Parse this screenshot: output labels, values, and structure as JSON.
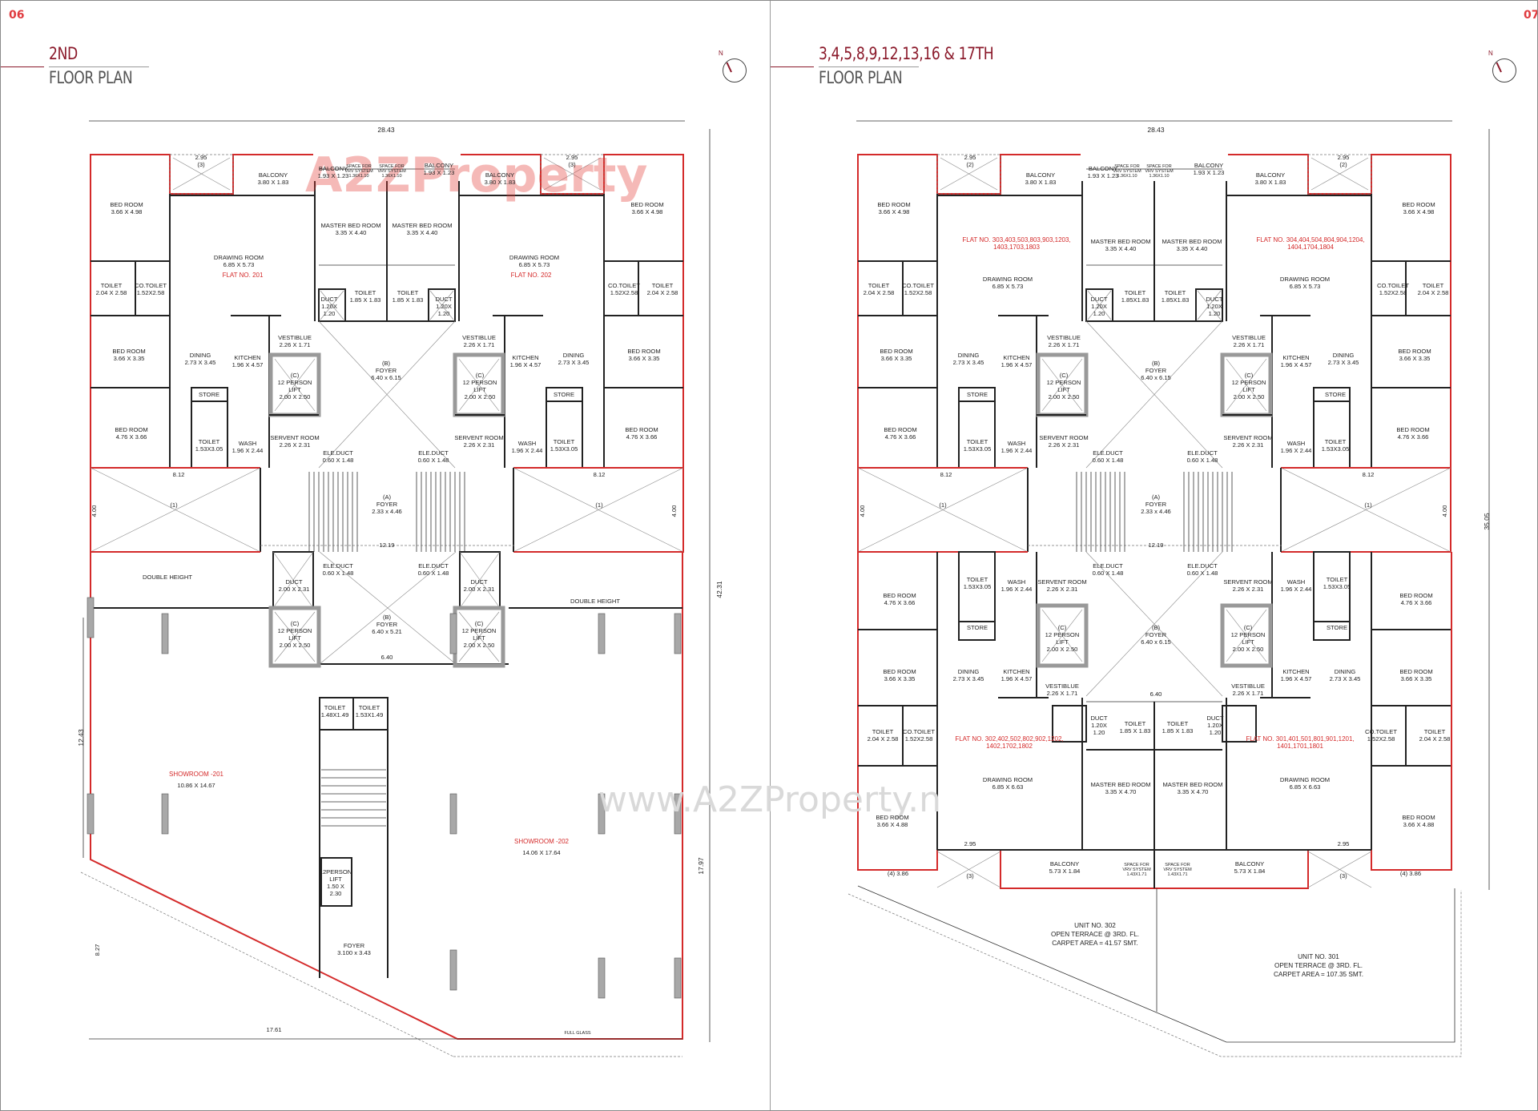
{
  "left_page": {
    "page_number": "06",
    "title_line1": "2ND",
    "title_line2": "FLOOR PLAN",
    "compass_label": "N"
  },
  "right_page": {
    "page_number": "07",
    "title_line1": "3,4,5,8,9,12,13,16 & 17TH",
    "title_line2": "FLOOR PLAN",
    "compass_label": "N"
  },
  "watermark": {
    "logo": "A2ZProperty",
    "url": "www.A2ZProperty.n"
  },
  "colors": {
    "accent_red": "#d42a2a",
    "title_maroon": "#8b1a2b",
    "page_number_red": "#e03a3e"
  },
  "left_plan": {
    "labels": [
      {
        "lines": [
          "BED ROOM",
          "3.66 X 4.98"
        ]
      },
      {
        "lines": [
          "BALCONY",
          "3.80 X 1.83"
        ]
      },
      {
        "lines": [
          "BALCONY",
          "1.93 X 1.23"
        ]
      },
      {
        "lines": [
          "SPACE FOR",
          "VRV SYSTEM",
          "1.36X1.10"
        ],
        "kind": "small"
      },
      {
        "lines": [
          "SPACE FOR",
          "VRV SYSTEM",
          "1.36X1.10"
        ],
        "kind": "small"
      },
      {
        "lines": [
          "BALCONY",
          "1.93 X 1.23"
        ]
      },
      {
        "lines": [
          "BALCONY",
          "3.80 X 1.83"
        ]
      },
      {
        "lines": [
          "BED ROOM",
          "3.66 X 4.98"
        ]
      },
      {
        "lines": [
          "DRAWING ROOM",
          "6.85 X 5.73"
        ]
      },
      {
        "lines": [
          "FLAT NO. 201"
        ],
        "kind": "flat"
      },
      {
        "lines": [
          "MASTER BED ROOM",
          "3.35 X 4.40"
        ]
      },
      {
        "lines": [
          "MASTER BED ROOM",
          "3.35 X 4.40"
        ]
      },
      {
        "lines": [
          "DRAWING ROOM",
          "6.85 X 5.73"
        ]
      },
      {
        "lines": [
          "FLAT NO. 202"
        ],
        "kind": "flat"
      },
      {
        "lines": [
          "TOILET",
          "2.04 X 2.58"
        ]
      },
      {
        "lines": [
          "CO.TOILET",
          "1.52X2.58"
        ]
      },
      {
        "lines": [
          "TOILET",
          "1.85 X 1.83"
        ]
      },
      {
        "lines": [
          "TOILET",
          "1.85 X 1.83"
        ]
      },
      {
        "lines": [
          "CO.TOILET",
          "1.52X2.58"
        ]
      },
      {
        "lines": [
          "TOILET",
          "2.04 X 2.58"
        ]
      },
      {
        "lines": [
          "DUCT",
          "1.20X",
          "1.20"
        ]
      },
      {
        "lines": [
          "DUCT",
          "1.20X",
          "1.20"
        ]
      },
      {
        "lines": [
          "BED ROOM",
          "3.66 X 3.35"
        ]
      },
      {
        "lines": [
          "DINING",
          "2.73 X 3.45"
        ]
      },
      {
        "lines": [
          "KITCHEN",
          "1.96 X 4.57"
        ]
      },
      {
        "lines": [
          "VESTIBLUE",
          "2.26 X 1.71"
        ]
      },
      {
        "lines": [
          "(B)",
          "FOYER",
          "6.40 x 6.15"
        ]
      },
      {
        "lines": [
          "VESTIBLUE",
          "2.26 X 1.71"
        ]
      },
      {
        "lines": [
          "KITCHEN",
          "1.96 X 4.57"
        ]
      },
      {
        "lines": [
          "DINING",
          "2.73 X 3.45"
        ]
      },
      {
        "lines": [
          "BED ROOM",
          "3.66 X 3.35"
        ]
      },
      {
        "lines": [
          "(C)",
          "12 PERSON",
          "LIFT",
          "2.00 X 2.50"
        ]
      },
      {
        "lines": [
          "(C)",
          "12 PERSON",
          "LIFT",
          "2.00 X 2.50"
        ]
      },
      {
        "lines": [
          "STORE"
        ]
      },
      {
        "lines": [
          "STORE"
        ]
      },
      {
        "lines": [
          "BED ROOM",
          "4.76 X 3.66"
        ]
      },
      {
        "lines": [
          "TOILET",
          "1.53X3.05"
        ]
      },
      {
        "lines": [
          "WASH",
          "1.96 X 2.44"
        ]
      },
      {
        "lines": [
          "SERVENT ROOM",
          "2.26 X 2.31"
        ]
      },
      {
        "lines": [
          "ELE.DUCT",
          "0.60 X 1.48"
        ]
      },
      {
        "lines": [
          "ELE.DUCT",
          "0.60 X 1.48"
        ]
      },
      {
        "lines": [
          "SERVENT ROOM",
          "2.26 X 2.31"
        ]
      },
      {
        "lines": [
          "WASH",
          "1.96 X 2.44"
        ]
      },
      {
        "lines": [
          "TOILET",
          "1.53X3.05"
        ]
      },
      {
        "lines": [
          "BED ROOM",
          "4.76 X 3.66"
        ]
      },
      {
        "lines": [
          "2.95",
          "(3)"
        ]
      },
      {
        "lines": [
          "2.95",
          "(3)"
        ]
      },
      {
        "lines": [
          "(A)",
          "FOYER",
          "2.33 x 4.46"
        ]
      },
      {
        "lines": [
          "12.19"
        ]
      },
      {
        "lines": [
          "(1)"
        ]
      },
      {
        "lines": [
          "(1)"
        ]
      },
      {
        "lines": [
          "DOUBLE HEIGHT"
        ]
      },
      {
        "lines": [
          "DOUBLE HEIGHT"
        ]
      },
      {
        "lines": [
          "DUCT",
          "2.00 X 2.31"
        ]
      },
      {
        "lines": [
          "DUCT",
          "2.00 X 2.31"
        ]
      },
      {
        "lines": [
          "ELE.DUCT",
          "0.60 X 1.48"
        ]
      },
      {
        "lines": [
          "ELE.DUCT",
          "0.60 X 1.48"
        ]
      },
      {
        "lines": [
          "(C)",
          "12 PERSON",
          "LIFT",
          "2.00 X 2.50"
        ]
      },
      {
        "lines": [
          "(C)",
          "12 PERSON",
          "LIFT",
          "2.00 X 2.50"
        ]
      },
      {
        "lines": [
          "(B)",
          "FOYER",
          "6.40 x 5.21"
        ]
      },
      {
        "lines": [
          "6.40"
        ]
      },
      {
        "lines": [
          "TOILET",
          "1.48X1.49"
        ]
      },
      {
        "lines": [
          "TOILET",
          "1.53X1.49"
        ]
      },
      {
        "lines": [
          "SHOWROOM -201"
        ],
        "kind": "flat"
      },
      {
        "lines": [
          "10.86 X 14.67"
        ]
      },
      {
        "lines": [
          "SHOWROOM -202"
        ],
        "kind": "flat"
      },
      {
        "lines": [
          "14.06 X 17.64"
        ]
      },
      {
        "lines": [
          "12PERSON",
          "LIFT",
          "1.50 X",
          "2.30"
        ]
      },
      {
        "lines": [
          "FOYER",
          "3.100 x 3.43"
        ]
      },
      {
        "lines": [
          "17.61"
        ]
      },
      {
        "lines": [
          "28.43"
        ],
        "kind": "dim"
      },
      {
        "lines": [
          "42.31"
        ],
        "kind": "dim"
      },
      {
        "lines": [
          "12.43"
        ],
        "kind": "dim"
      },
      {
        "lines": [
          "17.97"
        ],
        "kind": "dim"
      },
      {
        "lines": [
          "8.27"
        ]
      },
      {
        "lines": [
          "8.12"
        ]
      },
      {
        "lines": [
          "8.12"
        ]
      },
      {
        "lines": [
          "4.00"
        ]
      },
      {
        "lines": [
          "4.00"
        ]
      },
      {
        "lines": [
          "FULL GLASS"
        ],
        "kind": "small"
      }
    ]
  },
  "right_plan": {
    "labels": [
      {
        "lines": [
          "BED ROOM",
          "3.66 X 4.98"
        ]
      },
      {
        "lines": [
          "BALCONY",
          "3.80 X 1.83"
        ]
      },
      {
        "lines": [
          "BALCONY",
          "1.93 X 1.23"
        ]
      },
      {
        "lines": [
          "SPACE FOR",
          "VRV SYSTEM",
          "1.36X1.10"
        ],
        "kind": "small"
      },
      {
        "lines": [
          "SPACE FOR",
          "VRV SYSTEM",
          "1.36X1.10"
        ],
        "kind": "small"
      },
      {
        "lines": [
          "BALCONY",
          "1.93 X 1.23"
        ]
      },
      {
        "lines": [
          "BALCONY",
          "3.80 X 1.83"
        ]
      },
      {
        "lines": [
          "BED ROOM",
          "3.66 X 4.98"
        ]
      },
      {
        "lines": [
          "FLAT NO. 303,403,503,803,903,1203,",
          "1403,1703,1803"
        ],
        "kind": "flat"
      },
      {
        "lines": [
          "DRAWING ROOM",
          "6.85 X 5.73"
        ]
      },
      {
        "lines": [
          "MASTER BED ROOM",
          "3.35 X 4.40"
        ]
      },
      {
        "lines": [
          "MASTER BED ROOM",
          "3.35 X 4.40"
        ]
      },
      {
        "lines": [
          "FLAT NO. 304,404,504,804,904,1204,",
          "1404,1704,1804"
        ],
        "kind": "flat"
      },
      {
        "lines": [
          "DRAWING ROOM",
          "6.85 X 5.73"
        ]
      },
      {
        "lines": [
          "TOILET",
          "2.04 X 2.58"
        ]
      },
      {
        "lines": [
          "CO.TOILET",
          "1.52X2.58"
        ]
      },
      {
        "lines": [
          "TOILET",
          "1.85X1.83"
        ]
      },
      {
        "lines": [
          "TOILET",
          "1.85X1.83"
        ]
      },
      {
        "lines": [
          "CO.TOILET",
          "1.52X2.58"
        ]
      },
      {
        "lines": [
          "TOILET",
          "2.04 X 2.58"
        ]
      },
      {
        "lines": [
          "DUCT",
          "1.20X",
          "1.20"
        ]
      },
      {
        "lines": [
          "DUCT",
          "1.20X",
          "1.20"
        ]
      },
      {
        "lines": [
          "BED ROOM",
          "3.66 X 3.35"
        ]
      },
      {
        "lines": [
          "DINING",
          "2.73 X 3.45"
        ]
      },
      {
        "lines": [
          "KITCHEN",
          "1.96 X 4.57"
        ]
      },
      {
        "lines": [
          "VESTIBLUE",
          "2.26 X 1.71"
        ]
      },
      {
        "lines": [
          "(B)",
          "FOYER",
          "6.40 x 6.15"
        ]
      },
      {
        "lines": [
          "VESTIBLUE",
          "2.26 X 1.71"
        ]
      },
      {
        "lines": [
          "KITCHEN",
          "1.96 X 4.57"
        ]
      },
      {
        "lines": [
          "DINING",
          "2.73 X 3.45"
        ]
      },
      {
        "lines": [
          "BED ROOM",
          "3.66 X 3.35"
        ]
      },
      {
        "lines": [
          "(C)",
          "12 PERSON",
          "LIFT",
          "2.00 X 2.50"
        ]
      },
      {
        "lines": [
          "(C)",
          "12 PERSON",
          "LIFT",
          "2.00 X 2.50"
        ]
      },
      {
        "lines": [
          "STORE"
        ]
      },
      {
        "lines": [
          "STORE"
        ]
      },
      {
        "lines": [
          "BED ROOM",
          "4.76 X 3.66"
        ]
      },
      {
        "lines": [
          "TOILET",
          "1.53X3.05"
        ]
      },
      {
        "lines": [
          "WASH",
          "1.96 X 2.44"
        ]
      },
      {
        "lines": [
          "SERVENT ROOM",
          "2.26 X 2.31"
        ]
      },
      {
        "lines": [
          "ELE.DUCT",
          "0.60 X 1.48"
        ]
      },
      {
        "lines": [
          "ELE.DUCT",
          "0.60 X 1.48"
        ]
      },
      {
        "lines": [
          "SERVENT ROOM",
          "2.26 X 2.31"
        ]
      },
      {
        "lines": [
          "WASH",
          "1.96 X 2.44"
        ]
      },
      {
        "lines": [
          "TOILET",
          "1.53X3.05"
        ]
      },
      {
        "lines": [
          "BED ROOM",
          "4.76 X 3.66"
        ]
      },
      {
        "lines": [
          "2.95",
          "(2)"
        ]
      },
      {
        "lines": [
          "2.95",
          "(2)"
        ]
      },
      {
        "lines": [
          "(A)",
          "FOYER",
          "2.33 x 4.46"
        ]
      },
      {
        "lines": [
          "12.19"
        ]
      },
      {
        "lines": [
          "(1)"
        ]
      },
      {
        "lines": [
          "(1)"
        ]
      },
      {
        "lines": [
          "BED ROOM",
          "4.76 X 3.66"
        ]
      },
      {
        "lines": [
          "TOILET",
          "1.53X3.05"
        ]
      },
      {
        "lines": [
          "WASH",
          "1.96 X 2.44"
        ]
      },
      {
        "lines": [
          "SERVENT ROOM",
          "2.26 X 2.31"
        ]
      },
      {
        "lines": [
          "ELE.DUCT",
          "0.60 X 1.48"
        ]
      },
      {
        "lines": [
          "ELE.DUCT",
          "0.60 X 1.48"
        ]
      },
      {
        "lines": [
          "SERVENT ROOM",
          "2.26 X 2.31"
        ]
      },
      {
        "lines": [
          "WASH",
          "1.96 X 2.44"
        ]
      },
      {
        "lines": [
          "TOILET",
          "1.53X3.05"
        ]
      },
      {
        "lines": [
          "BED ROOM",
          "4.76 X 3.66"
        ]
      },
      {
        "lines": [
          "STORE"
        ]
      },
      {
        "lines": [
          "STORE"
        ]
      },
      {
        "lines": [
          "(C)",
          "12 PERSON",
          "LIFT",
          "2.00 X 2.50"
        ]
      },
      {
        "lines": [
          "(C)",
          "12 PERSON",
          "LIFT",
          "2.00 X 2.50"
        ]
      },
      {
        "lines": [
          "(B)",
          "FOYER",
          "6.40 x 6.15"
        ]
      },
      {
        "lines": [
          "BED ROOM",
          "3.66 X 3.35"
        ]
      },
      {
        "lines": [
          "DINING",
          "2.73 X 3.45"
        ]
      },
      {
        "lines": [
          "KITCHEN",
          "1.96 X 4.57"
        ]
      },
      {
        "lines": [
          "VESTIBLUE",
          "2.26 X 1.71"
        ]
      },
      {
        "lines": [
          "VESTIBLUE",
          "2.26 X 1.71"
        ]
      },
      {
        "lines": [
          "KITCHEN",
          "1.96 X 4.57"
        ]
      },
      {
        "lines": [
          "DINING",
          "2.73 X 3.45"
        ]
      },
      {
        "lines": [
          "BED ROOM",
          "3.66 X 3.35"
        ]
      },
      {
        "lines": [
          "6.40"
        ]
      },
      {
        "lines": [
          "DUCT",
          "1.20X",
          "1.20"
        ]
      },
      {
        "lines": [
          "TOILET",
          "1.85 X 1.83"
        ]
      },
      {
        "lines": [
          "TOILET",
          "1.85 X 1.83"
        ]
      },
      {
        "lines": [
          "DUCT",
          "1.20X",
          "1.20"
        ]
      },
      {
        "lines": [
          "TOILET",
          "2.04 X 2.58"
        ]
      },
      {
        "lines": [
          "CO.TOILET",
          "1.52X2.58"
        ]
      },
      {
        "lines": [
          "CO.TOILET",
          "1.52X2.58"
        ]
      },
      {
        "lines": [
          "TOILET",
          "2.04 X 2.58"
        ]
      },
      {
        "lines": [
          "FLAT NO. 302,402,502,802,902,1202,",
          "1402,1702,1802"
        ],
        "kind": "flat"
      },
      {
        "lines": [
          "FLAT NO. 301,401,501,801,901,1201,",
          "1401,1701,1801"
        ],
        "kind": "flat"
      },
      {
        "lines": [
          "DRAWING ROOM",
          "6.85 X 6.63"
        ]
      },
      {
        "lines": [
          "MASTER BED ROOM",
          "3.35 X 4.70"
        ]
      },
      {
        "lines": [
          "MASTER BED ROOM",
          "3.35 X 4.70"
        ]
      },
      {
        "lines": [
          "DRAWING ROOM",
          "6.85 X 6.63"
        ]
      },
      {
        "lines": [
          "BED ROOM",
          "3.66 X 4.88"
        ]
      },
      {
        "lines": [
          "BED ROOM",
          "3.66 X 4.88"
        ]
      },
      {
        "lines": [
          "BALCONY",
          "5.73 X 1.84"
        ]
      },
      {
        "lines": [
          "SPACE FOR",
          "VRV SYSTEM",
          "1.43X1.71"
        ],
        "kind": "small"
      },
      {
        "lines": [
          "SPACE FOR",
          "VRV SYSTEM",
          "1.43X1.71"
        ],
        "kind": "small"
      },
      {
        "lines": [
          "BALCONY",
          "5.73 X 1.84"
        ]
      },
      {
        "lines": [
          "2.95"
        ]
      },
      {
        "lines": [
          "(3)"
        ]
      },
      {
        "lines": [
          "2.95"
        ]
      },
      {
        "lines": [
          "(3)"
        ]
      },
      {
        "lines": [
          "(4) 3.86"
        ]
      },
      {
        "lines": [
          "(4) 3.86"
        ]
      },
      {
        "lines": [
          "UNIT NO. 302",
          "OPEN TERRACE @ 3RD. FL.",
          "CARPET AREA = 41.57 SMT."
        ],
        "kind": "terr"
      },
      {
        "lines": [
          "UNIT NO. 301",
          "OPEN TERRACE @ 3RD. FL.",
          "CARPET AREA = 107.35 SMT."
        ],
        "kind": "terr"
      },
      {
        "lines": [
          "28.43"
        ],
        "kind": "dim"
      },
      {
        "lines": [
          "35.05"
        ],
        "kind": "dim"
      },
      {
        "lines": [
          "8.12"
        ]
      },
      {
        "lines": [
          "8.12"
        ]
      },
      {
        "lines": [
          "4.00"
        ]
      },
      {
        "lines": [
          "4.00"
        ]
      }
    ]
  }
}
